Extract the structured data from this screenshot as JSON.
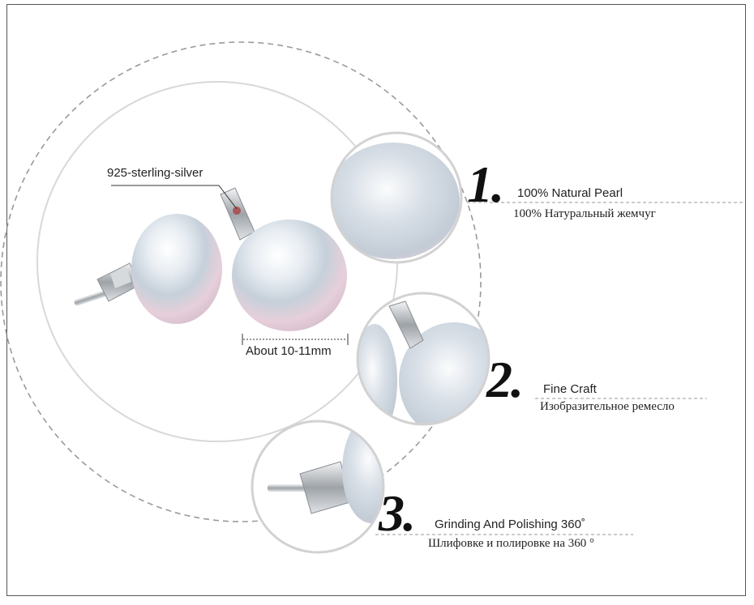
{
  "labels": {
    "sterling": "925-sterling-silver",
    "size": "About 10-11mm"
  },
  "features": [
    {
      "number": "1.",
      "en": "100% Natural Pearl",
      "ru": "100% Натуральный жемчуг"
    },
    {
      "number": "2.",
      "en": "Fine Craft",
      "ru": "Изобразительное ремесло"
    },
    {
      "number": "3.",
      "en": "Grinding And Polishing 360˚",
      "ru": "Шлифовке и полировке на 360 °"
    }
  ],
  "colors": {
    "pearl_light": "#f4f6f9",
    "pearl_mid": "#c9d3dd",
    "pearl_pink": "#e7cfd8",
    "silver": "#bfc3c8",
    "dash": "#9a9a9a"
  }
}
